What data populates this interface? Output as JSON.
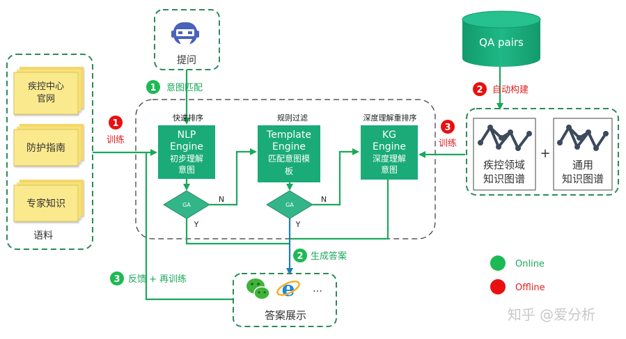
{
  "corpus": {
    "items": [
      "疾控中心\n官网",
      "防护指南",
      "专家知识"
    ],
    "label": "语料"
  },
  "question": {
    "label": "提问"
  },
  "steps": {
    "intent_match": "意图匹配",
    "train_left": "训练",
    "auto_build": "自动构建",
    "train_right": "训练",
    "generate_answer": "生成答案",
    "feedback": "反馈 + 再训练"
  },
  "step_numbers": {
    "intent_match": "1",
    "train_left": "1",
    "auto_build": "2",
    "train_right": "3",
    "generate_answer": "2",
    "feedback": "3"
  },
  "engines": [
    {
      "header": "快速排序",
      "title": [
        "NLP",
        "Engine"
      ],
      "desc": [
        "初步理解",
        "意图"
      ]
    },
    {
      "header": "规则过滤",
      "title": [
        "Template",
        "Engine"
      ],
      "desc": [
        "匹配意图模",
        "板"
      ]
    },
    {
      "header": "深度理解重排序",
      "title": [
        "KG",
        "Engine"
      ],
      "desc": [
        "深度理解",
        "意图"
      ]
    }
  ],
  "decisions": [
    {
      "label": "GA",
      "no": "N",
      "yes": "Y"
    },
    {
      "label": "GA",
      "no": "N",
      "yes": "Y"
    }
  ],
  "qa_db": {
    "label": "QA pairs"
  },
  "knowledge_graphs": [
    {
      "label": [
        "疾控领域",
        "知识图谱"
      ]
    },
    {
      "label": [
        "通用",
        "知识图谱"
      ]
    }
  ],
  "plus": "+",
  "answer_display": {
    "label": "答案展示",
    "more": "…"
  },
  "legend": [
    {
      "label": "Online",
      "color": "#1db954"
    },
    {
      "label": "Offline",
      "color": "#e81010"
    }
  ],
  "watermark": "知乎 @爱分析",
  "colors": {
    "green": "#1aa85a",
    "teal": "#1aab78",
    "red": "#e02020",
    "note": "#f7e27a"
  }
}
